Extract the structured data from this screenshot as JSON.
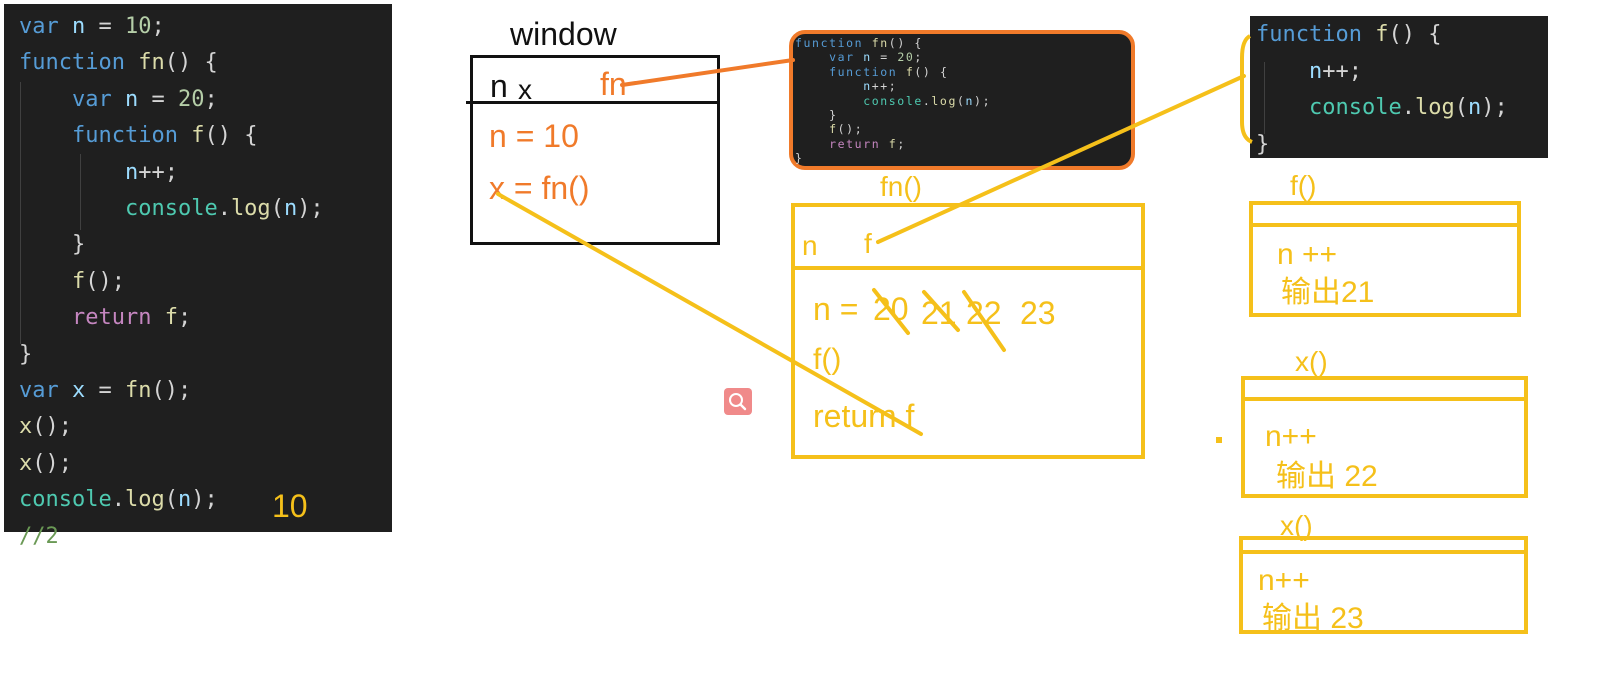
{
  "main_code": {
    "lines": [
      [
        {
          "t": "var",
          "c": "kw"
        },
        {
          "t": " ",
          "c": ""
        },
        {
          "t": "n",
          "c": "var"
        },
        {
          "t": " = ",
          "c": ""
        },
        {
          "t": "10",
          "c": "num"
        },
        {
          "t": ";",
          "c": ""
        }
      ],
      [
        {
          "t": "function",
          "c": "kw"
        },
        {
          "t": " ",
          "c": ""
        },
        {
          "t": "fn",
          "c": "fnc"
        },
        {
          "t": "() {",
          "c": ""
        }
      ],
      [
        {
          "t": "    ",
          "c": ""
        },
        {
          "t": "var",
          "c": "kw"
        },
        {
          "t": " ",
          "c": ""
        },
        {
          "t": "n",
          "c": "var"
        },
        {
          "t": " = ",
          "c": ""
        },
        {
          "t": "20",
          "c": "num"
        },
        {
          "t": ";",
          "c": ""
        }
      ],
      [
        {
          "t": "    ",
          "c": ""
        },
        {
          "t": "function",
          "c": "kw"
        },
        {
          "t": " ",
          "c": ""
        },
        {
          "t": "f",
          "c": "fnc"
        },
        {
          "t": "() {",
          "c": ""
        }
      ],
      [
        {
          "t": "        ",
          "c": ""
        },
        {
          "t": "n",
          "c": "var"
        },
        {
          "t": "++;",
          "c": ""
        }
      ],
      [
        {
          "t": "        ",
          "c": ""
        },
        {
          "t": "console",
          "c": "obj"
        },
        {
          "t": ".",
          "c": ""
        },
        {
          "t": "log",
          "c": "fnc"
        },
        {
          "t": "(",
          "c": ""
        },
        {
          "t": "n",
          "c": "var"
        },
        {
          "t": ");",
          "c": ""
        }
      ],
      [
        {
          "t": "    }",
          "c": ""
        }
      ],
      [
        {
          "t": "    ",
          "c": ""
        },
        {
          "t": "f",
          "c": "fnc"
        },
        {
          "t": "();",
          "c": ""
        }
      ],
      [
        {
          "t": "    ",
          "c": ""
        },
        {
          "t": "return",
          "c": "kw2"
        },
        {
          "t": " ",
          "c": ""
        },
        {
          "t": "f",
          "c": "fnc"
        },
        {
          "t": ";",
          "c": ""
        }
      ],
      [
        {
          "t": "}",
          "c": ""
        }
      ],
      [
        {
          "t": "var",
          "c": "kw"
        },
        {
          "t": " ",
          "c": ""
        },
        {
          "t": "x",
          "c": "var"
        },
        {
          "t": " = ",
          "c": ""
        },
        {
          "t": "fn",
          "c": "fnc"
        },
        {
          "t": "();",
          "c": ""
        }
      ],
      [
        {
          "t": "x",
          "c": "fnc"
        },
        {
          "t": "();",
          "c": ""
        }
      ],
      [
        {
          "t": "x",
          "c": "fnc"
        },
        {
          "t": "();",
          "c": ""
        }
      ],
      [
        {
          "t": "console",
          "c": "obj"
        },
        {
          "t": ".",
          "c": ""
        },
        {
          "t": "log",
          "c": "fnc"
        },
        {
          "t": "(",
          "c": ""
        },
        {
          "t": "n",
          "c": "var"
        },
        {
          "t": ");",
          "c": ""
        }
      ],
      [
        {
          "t": "//2",
          "c": "cmt"
        }
      ]
    ],
    "annotation": "10"
  },
  "mini_code": {
    "lines": [
      [
        {
          "t": "function",
          "c": "kw"
        },
        {
          "t": " ",
          "c": ""
        },
        {
          "t": "fn",
          "c": "fnc"
        },
        {
          "t": "() {",
          "c": ""
        }
      ],
      [
        {
          "t": "    ",
          "c": ""
        },
        {
          "t": "var",
          "c": "kw"
        },
        {
          "t": " ",
          "c": ""
        },
        {
          "t": "n",
          "c": "var"
        },
        {
          "t": " = ",
          "c": ""
        },
        {
          "t": "20",
          "c": "num"
        },
        {
          "t": ";",
          "c": ""
        }
      ],
      [
        {
          "t": "    ",
          "c": ""
        },
        {
          "t": "function",
          "c": "kw"
        },
        {
          "t": " ",
          "c": ""
        },
        {
          "t": "f",
          "c": "fnc"
        },
        {
          "t": "() {",
          "c": ""
        }
      ],
      [
        {
          "t": "        ",
          "c": ""
        },
        {
          "t": "n",
          "c": "var"
        },
        {
          "t": "++;",
          "c": ""
        }
      ],
      [
        {
          "t": "        ",
          "c": ""
        },
        {
          "t": "console",
          "c": "obj"
        },
        {
          "t": ".",
          "c": ""
        },
        {
          "t": "log",
          "c": "fnc"
        },
        {
          "t": "(",
          "c": ""
        },
        {
          "t": "n",
          "c": "var"
        },
        {
          "t": ");",
          "c": ""
        }
      ],
      [
        {
          "t": "    }",
          "c": ""
        }
      ],
      [
        {
          "t": "    ",
          "c": ""
        },
        {
          "t": "f",
          "c": "fnc"
        },
        {
          "t": "();",
          "c": ""
        }
      ],
      [
        {
          "t": "    ",
          "c": ""
        },
        {
          "t": "return",
          "c": "kw2"
        },
        {
          "t": " ",
          "c": ""
        },
        {
          "t": "f",
          "c": "fnc"
        },
        {
          "t": ";",
          "c": ""
        }
      ],
      [
        {
          "t": "}",
          "c": ""
        }
      ]
    ]
  },
  "f_code": {
    "lines": [
      [
        {
          "t": "function",
          "c": "kw"
        },
        {
          "t": " ",
          "c": ""
        },
        {
          "t": "f",
          "c": "fnc"
        },
        {
          "t": "() {",
          "c": ""
        }
      ],
      [
        {
          "t": "    ",
          "c": ""
        },
        {
          "t": "n",
          "c": "var"
        },
        {
          "t": "++;",
          "c": ""
        }
      ],
      [
        {
          "t": "    ",
          "c": ""
        },
        {
          "t": "console",
          "c": "obj"
        },
        {
          "t": ".",
          "c": ""
        },
        {
          "t": "log",
          "c": "fnc"
        },
        {
          "t": "(",
          "c": ""
        },
        {
          "t": "n",
          "c": "var"
        },
        {
          "t": ");",
          "c": ""
        }
      ],
      [
        {
          "t": "}",
          "c": ""
        }
      ]
    ]
  },
  "window_scope": {
    "title": "window",
    "header_n": "n",
    "header_x": "x",
    "header_fn": "fn",
    "row1": "n = 10",
    "row2": "x = fn()"
  },
  "fn_scope": {
    "title": "fn()",
    "header_n": "n",
    "header_f": "f",
    "value_prefix": "n = ",
    "values": [
      "20",
      "21",
      "22",
      "23"
    ],
    "row2": "f()",
    "row3": "return f"
  },
  "f_call": {
    "title": "f()",
    "line1": "n ++",
    "line2": "输出21"
  },
  "x_call_1": {
    "title": "x()",
    "line1": "n++",
    "line2": "输出 22"
  },
  "x_call_2": {
    "title": "x()",
    "line1": "n++",
    "line2": "输出 23"
  },
  "colors": {
    "code_bg": "#1f1f1f",
    "orange": "#f07a2a",
    "yellow": "#f5c01a",
    "black": "#111111"
  },
  "icons": {
    "search_badge": "magnifier-icon"
  }
}
